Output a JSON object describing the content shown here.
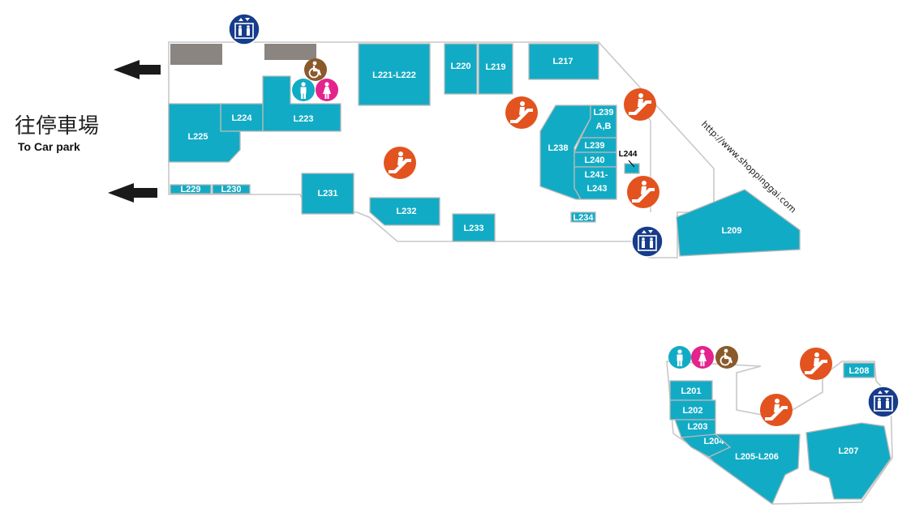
{
  "colors": {
    "shop": "#12abc5",
    "escalator": "#e2531f",
    "lift": "#163c8c",
    "restroom_male": "#12abc5",
    "restroom_female": "#e4238c",
    "accessible": "#8a5a2b",
    "arrow": "#1a1a1a",
    "outline": "#c8c8c8",
    "service_area": "#8a8580"
  },
  "directions": {
    "car_park_cjk": "往停車場",
    "car_park_en": "To Car park"
  },
  "website": "http://www.shoppinggai.com",
  "upper_area": {
    "shops": {
      "l221_222": "L221-L222",
      "l220": "L220",
      "l219": "L219",
      "l217": "L217",
      "l224": "L224",
      "l223": "L223",
      "l225": "L225",
      "l229": "L229",
      "l230": "L230",
      "l231": "L231",
      "l232": "L232",
      "l233": "L233",
      "l234": "L234",
      "l238": "L238",
      "l239ab_1": "L239",
      "l239ab_2": "A,B",
      "l239": "L239",
      "l240": "L240",
      "l241_243_1": "L241-",
      "l241_243_2": "L243",
      "l244": "L244",
      "l209": "L209"
    },
    "icons": [
      "lift-icon",
      "accessible-toilet-icon",
      "male-toilet-icon",
      "female-toilet-icon",
      "escalator-icon",
      "escalator-icon",
      "escalator-icon",
      "escalator-icon",
      "lift-icon"
    ]
  },
  "lower_area": {
    "shops": {
      "l201": "L201",
      "l202": "L202",
      "l203": "L203",
      "l204": "L204",
      "l205_206": "L205-L206",
      "l207": "L207",
      "l208": "L208"
    },
    "icons": [
      "male-toilet-icon",
      "female-toilet-icon",
      "accessible-toilet-icon",
      "escalator-icon",
      "escalator-icon",
      "lift-icon"
    ]
  }
}
